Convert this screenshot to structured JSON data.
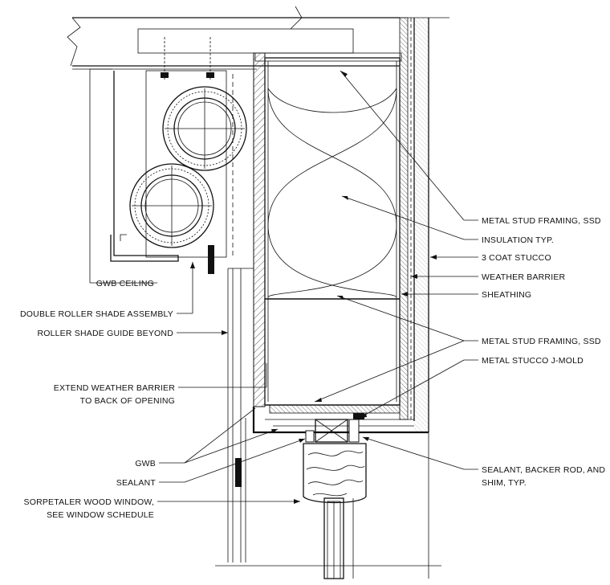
{
  "callouts_right": [
    {
      "id": "metal-stud-top",
      "text": "METAL STUD FRAMING, SSD"
    },
    {
      "id": "insulation",
      "text": "INSULATION TYP."
    },
    {
      "id": "stucco",
      "text": "3 COAT STUCCO"
    },
    {
      "id": "weather-barrier",
      "text": "WEATHER BARRIER"
    },
    {
      "id": "sheathing",
      "text": "SHEATHING"
    },
    {
      "id": "metal-stud-bottom",
      "text": "METAL STUD FRAMING, SSD"
    },
    {
      "id": "j-mold",
      "text": "METAL STUCCO J-MOLD"
    },
    {
      "id": "sealant-backer-1",
      "text": "SEALANT, BACKER ROD, AND"
    },
    {
      "id": "sealant-backer-2",
      "text": "SHIM, TYP."
    }
  ],
  "callouts_left": [
    {
      "id": "gwb-ceiling",
      "text": "GWB CEILING"
    },
    {
      "id": "double-roller",
      "text": "DOUBLE ROLLER SHADE ASSEMBLY"
    },
    {
      "id": "roller-guide",
      "text": "ROLLER SHADE GUIDE BEYOND"
    },
    {
      "id": "extend-wb-1",
      "text": "EXTEND WEATHER BARRIER"
    },
    {
      "id": "extend-wb-2",
      "text": "TO BACK OF OPENING"
    },
    {
      "id": "gwb",
      "text": "GWB"
    },
    {
      "id": "sealant",
      "text": "SEALANT"
    },
    {
      "id": "wood-window-1",
      "text": "SORPETALER WOOD WINDOW,"
    },
    {
      "id": "wood-window-2",
      "text": "SEE WINDOW SCHEDULE"
    }
  ]
}
